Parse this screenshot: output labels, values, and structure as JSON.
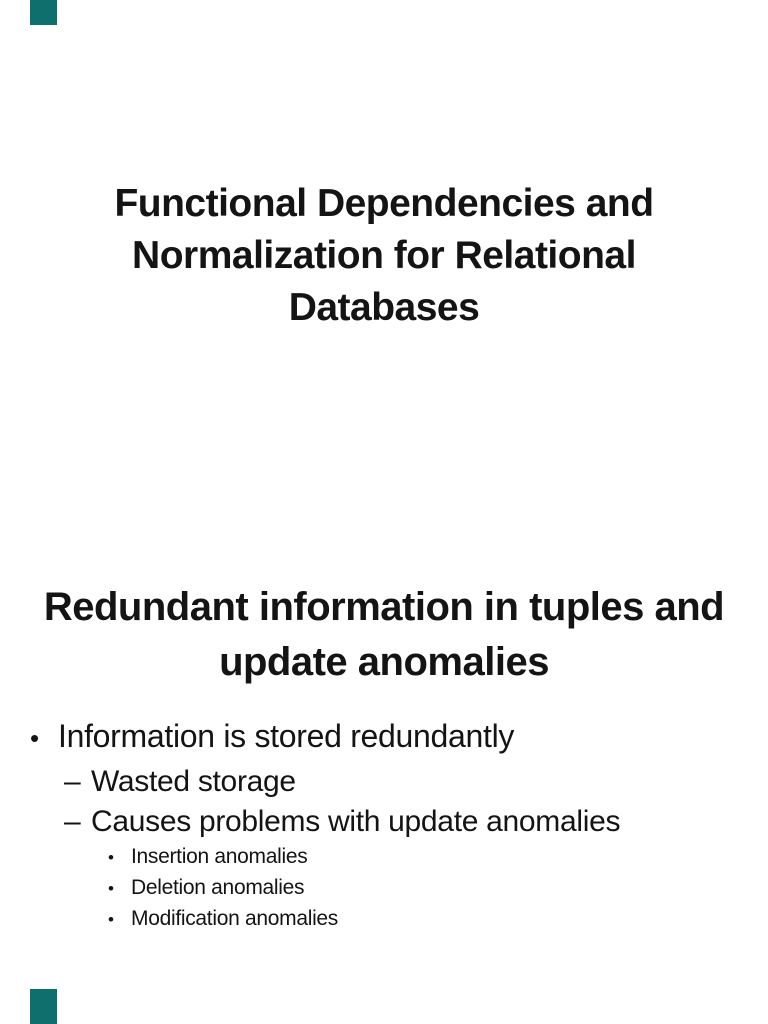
{
  "document": {
    "title_lines": [
      "Functional Dependencies and",
      "Normalization for Relational",
      "Databases"
    ],
    "section_heading_lines": [
      "Redundant information in tuples and",
      "update anomalies"
    ],
    "bullets": {
      "level1_glyph": "•",
      "level2_glyph": "–",
      "level3_glyph": "•",
      "level1_text": "Information is stored redundantly",
      "level2_items": [
        "Wasted storage",
        "Causes problems with update anomalies"
      ],
      "level3_items": [
        "Insertion anomalies",
        "Deletion anomalies",
        "Modification anomalies"
      ]
    }
  },
  "colors": {
    "page_background": "#ffffff",
    "text": "#141414",
    "edge_marker": "#0f6f6c"
  }
}
